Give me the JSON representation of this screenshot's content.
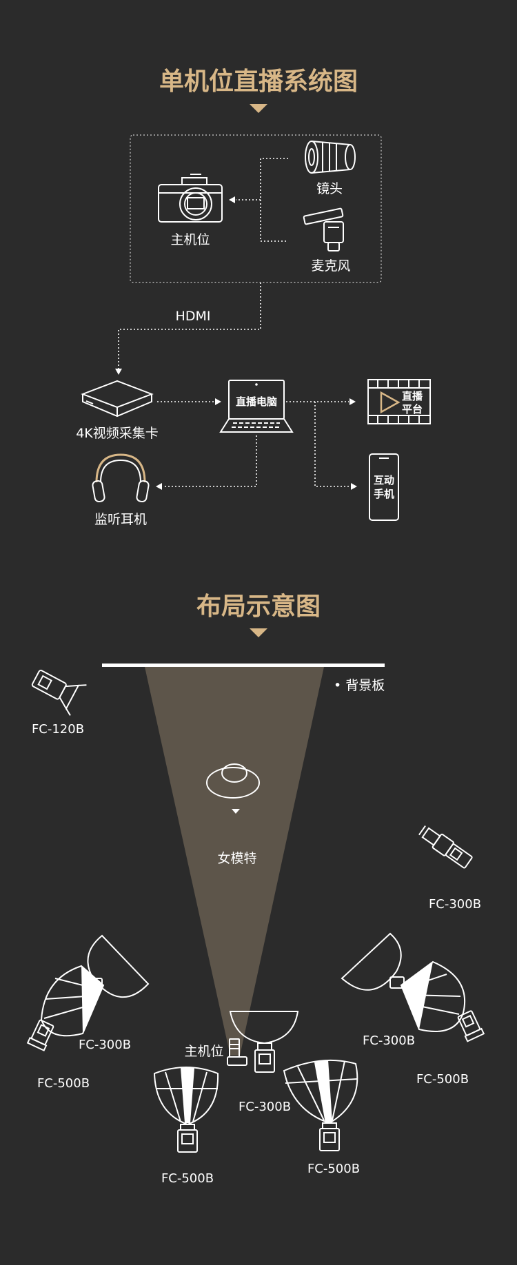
{
  "section1": {
    "title": "单机位直播系统图",
    "lens_label": "镜头",
    "camera_label": "主机位",
    "mic_label": "麦克风",
    "hdmi_label": "HDMI",
    "capture_card_label": "4K视频采集卡",
    "computer_label": "直播电脑",
    "platform_label_line1": "直播",
    "platform_label_line2": "平台",
    "phone_label_line1": "互动",
    "phone_label_line2": "手机",
    "headphones_label": "监听耳机"
  },
  "section2": {
    "title": "布局示意图",
    "backdrop_label": "• 背景板",
    "model_label": "女模特",
    "camera_label": "主机位",
    "lights": {
      "top_left": "FC-120B",
      "right_upper": "FC-300B",
      "left_softbox": "FC-300B",
      "left_bottom": "FC-500B",
      "right_softbox": "FC-300B",
      "right_bottom": "FC-500B",
      "center": "FC-300B",
      "bottom_left": "FC-500B",
      "bottom_right": "FC-500B"
    }
  },
  "colors": {
    "background": "#2b2b2b",
    "accent_gold": "#d8b787",
    "light_beam": "#5d554a"
  }
}
